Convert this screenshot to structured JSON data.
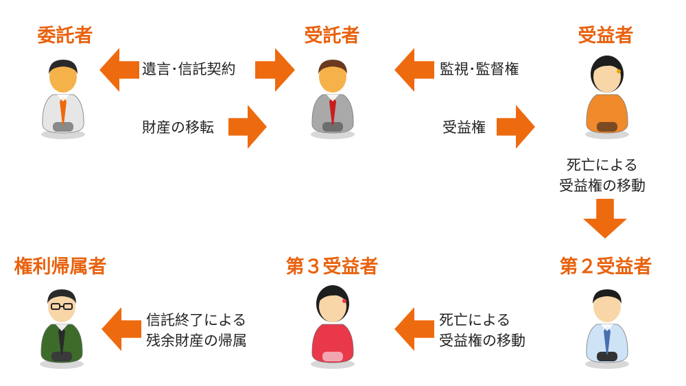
{
  "colors": {
    "accent": "#e8620e",
    "arrow": "#ee6a0f",
    "text": "#222222"
  },
  "roles": {
    "settlor": "委託者",
    "trustee": "受託者",
    "beneficiary": "受益者",
    "second_beneficiary": "第２受益者",
    "third_beneficiary": "第３受益者",
    "residual_owner": "権利帰属者"
  },
  "relations": {
    "will_trust_contract": "遺言･信託契約",
    "property_transfer": "財産の移転",
    "supervision_rights": "監視･監督権",
    "beneficial_right": "受益権",
    "death_transfer_1_line1": "死亡による",
    "death_transfer_1_line2": "受益権の移動",
    "death_transfer_2_line1": "死亡による",
    "death_transfer_2_line2": "受益権の移動",
    "trust_end_line1": "信託終了による",
    "trust_end_line2": "残余財産の帰属"
  },
  "icons": {
    "settlor": "person-white-shirt-orange-tie-icon",
    "trustee": "person-gray-suit-red-tie-icon",
    "beneficiary": "woman-orange-top-icon",
    "second_beneficiary": "man-blue-shirt-icon",
    "third_beneficiary": "woman-red-top-icon",
    "residual_owner": "man-green-jacket-glasses-icon",
    "arrow": "arrow-icon"
  }
}
